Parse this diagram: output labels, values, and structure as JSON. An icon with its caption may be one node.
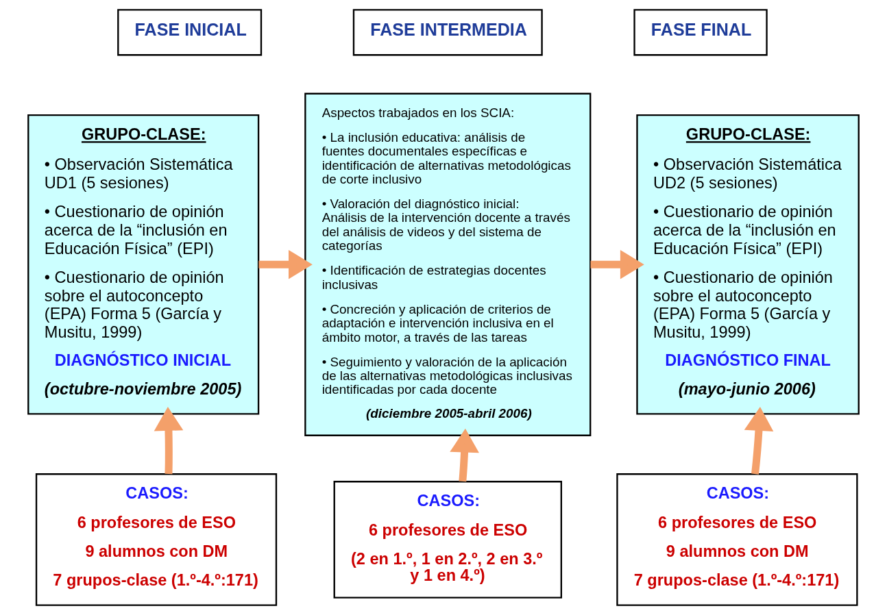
{
  "diagram": {
    "nodes": [
      {
        "text": [
          "FASE INICIAL"
        ]
      },
      {
        "text": [
          "FASE INTERMEDIA"
        ]
      },
      {
        "text": [
          "FASE FINAL"
        ]
      },
      {
        "text": [
          "GRUPO-CLASE:",
          "• Observación Sistemática UD1 (5 sesiones)",
          "• Cuestionario de opinión acerca de la “inclusión en Educación Física” (EPI)",
          "• Cuestionario de opinión sobre el autoconcepto (EPA) Forma 5 (García y Musitu, 1999)",
          "DIAGNÓSTICO INICIAL",
          "(octubre-noviembre 2005)"
        ]
      },
      {
        "text": [
          "Aspectos trabajados en los SCIA:",
          "• La inclusión educativa: análisis de fuentes documentales específicas e identificación de alternativas metodológicas de corte inclusivo",
          "• Valoración del diagnóstico inicial: Análisis de la intervención docente a través del análisis de videos y del sistema de categorías",
          "• Identificación de estrategias docentes inclusivas",
          "• Concreción y aplicación de criterios de adaptación e intervención inclusiva en el ámbito motor, a través de las tareas",
          "• Seguimiento y valoración de la aplicación de las alternativas metodológicas inclusivas identificadas por cada docente",
          "(diciembre 2005-abril 2006)"
        ]
      },
      {
        "text": [
          "GRUPO-CLASE:",
          "• Observación Sistemática UD2 (5 sesiones)",
          "• Cuestionario de opinión acerca de la “inclusión en Educación Física” (EPI)",
          "• Cuestionario de opinión sobre el autoconcepto (EPA) Forma 5 (García y Musitu, 1999)",
          "DIAGNÓSTICO FINAL",
          "(mayo-junio 2006)"
        ]
      },
      {
        "text": [
          "CASOS:",
          "6 profesores de ESO",
          "9 alumnos con DM",
          "7 grupos-clase (1.º-4.º:171)"
        ]
      },
      {
        "text": [
          "CASOS:",
          "6 profesores de ESO",
          "(2 en 1.º, 1 en 2.º, 2 en 3.º  y 1 en 4.º)"
        ]
      },
      {
        "text": [
          "CASOS:",
          "6 profesores de ESO",
          "9 alumnos con DM",
          "7 grupos-clase (1.º-4.º:171)"
        ]
      }
    ],
    "edges": [
      {
        "from": 3,
        "to": 4,
        "arrow": "to"
      },
      {
        "from": 4,
        "to": 5,
        "arrow": "to"
      },
      {
        "from": 6,
        "to": 3,
        "arrow": "to"
      },
      {
        "from": 7,
        "to": 4,
        "arrow": "to"
      },
      {
        "from": 8,
        "to": 5,
        "arrow": "to"
      }
    ]
  }
}
